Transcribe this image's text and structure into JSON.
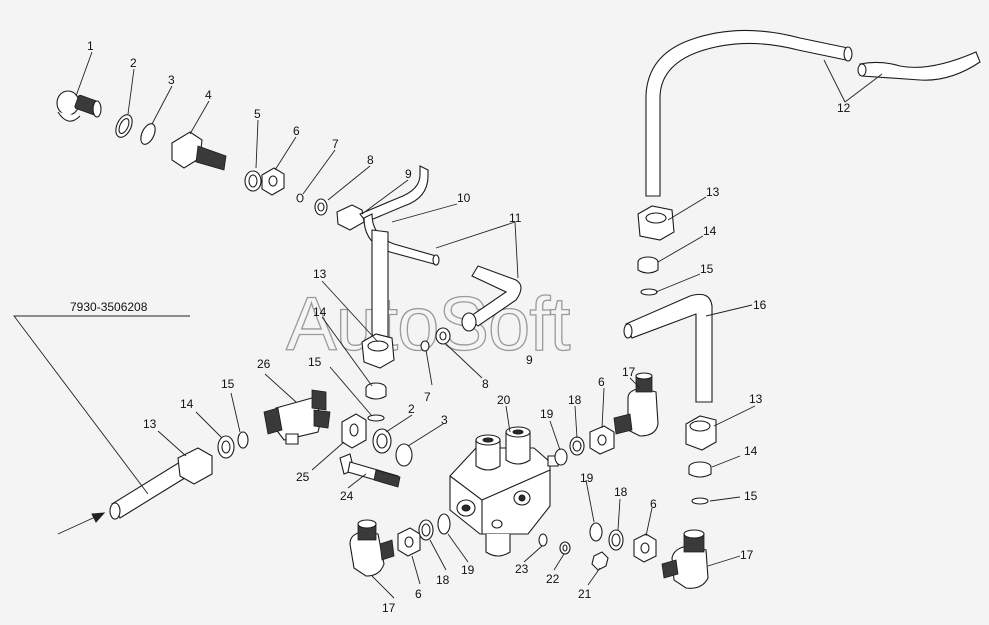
{
  "diagram": {
    "assembly_number": "7930-3506208",
    "watermark": "AutoSoft",
    "callouts": [
      "1",
      "2",
      "3",
      "4",
      "5",
      "6",
      "7",
      "8",
      "9",
      "10",
      "11",
      "12",
      "13",
      "14",
      "15",
      "16",
      "17",
      "18",
      "19",
      "20",
      "21",
      "22",
      "23",
      "24",
      "25",
      "26"
    ]
  }
}
